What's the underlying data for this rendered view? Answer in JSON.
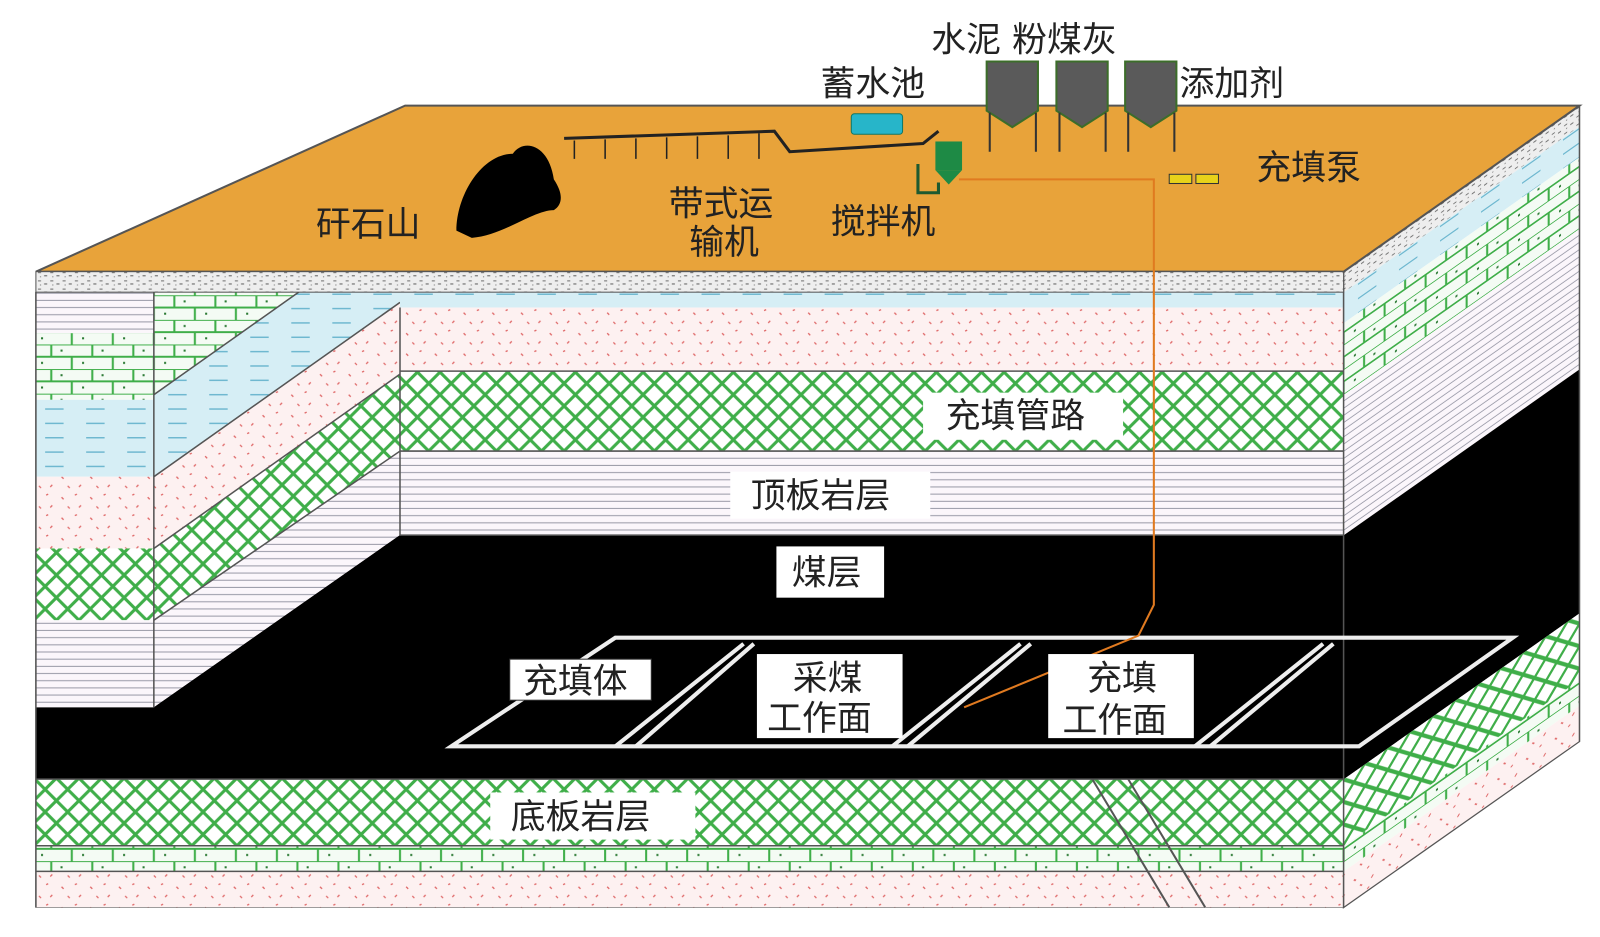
{
  "surface": {
    "cement_flyash": "水泥 粉煤灰",
    "reservoir": "蓄水池",
    "additive": "添加剂",
    "fill_pump": "充填泵",
    "gangue_hill": "矸石山",
    "belt_conveyor_line1": "带式运",
    "belt_conveyor_line2": "输机",
    "mixer": "搅拌机"
  },
  "strata": {
    "fill_pipeline": "充填管路",
    "roof_rock": "顶板岩层",
    "coal_seam": "煤层",
    "floor_rock": "底板岩层"
  },
  "workings": {
    "filling_body": "充填体",
    "mining_face_line1": "采煤",
    "mining_face_line2": "工作面",
    "filling_face_line1": "充填",
    "filling_face_line2": "工作面"
  },
  "colors": {
    "surface": "#e8a33a",
    "coal": "#000000",
    "green_hatch": "#3fae49",
    "pipe": "#e07a20",
    "reservoir": "#27b5c9"
  }
}
